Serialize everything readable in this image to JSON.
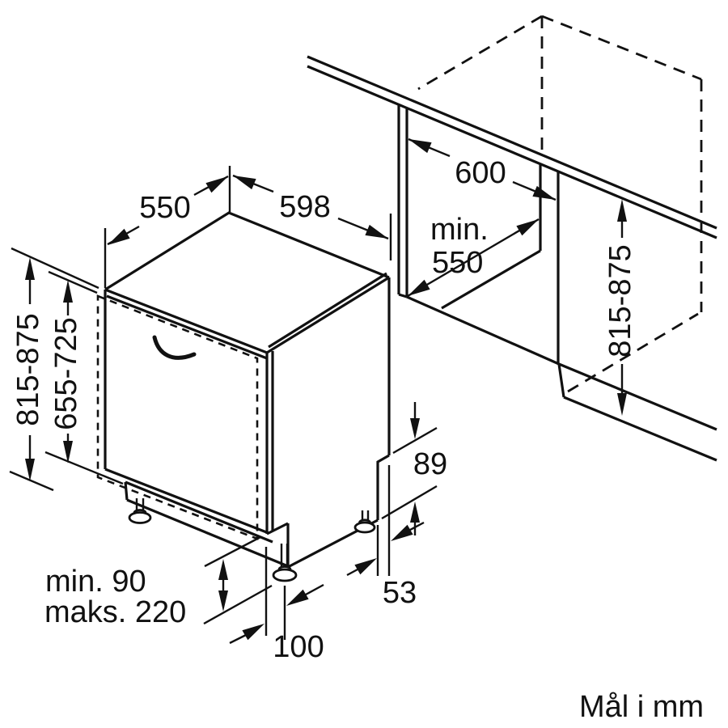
{
  "diagram": {
    "caption": "Mål i mm",
    "appliance": {
      "depth_top": "550",
      "width_top": "598",
      "height": "815-875",
      "door_height": "655-725",
      "plinth_min": "min. 90",
      "plinth_max": "maks. 220",
      "foot_inset": "100",
      "recess_height": "89",
      "recess_depth": "53"
    },
    "niche": {
      "width": "600",
      "depth_prefix": "min.",
      "depth": "550",
      "height": "815-875"
    },
    "colors": {
      "line": "#111111",
      "background": "#ffffff"
    }
  }
}
